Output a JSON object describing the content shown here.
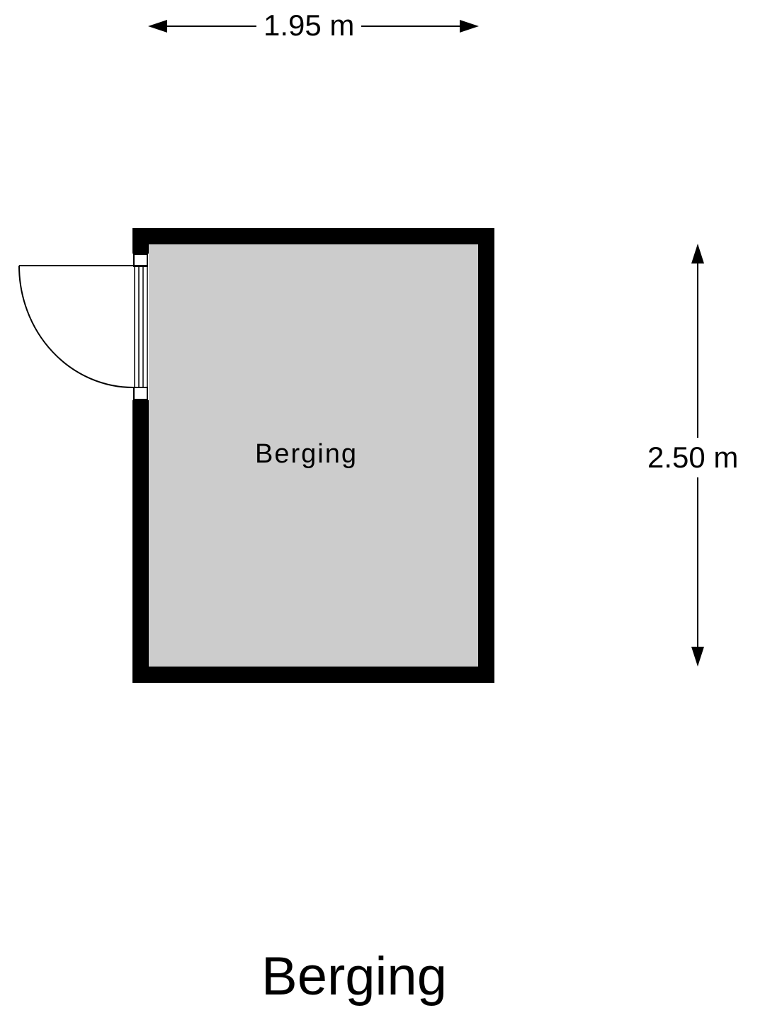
{
  "floor_title": "Berging",
  "room_label": "Berging",
  "dimensions": {
    "width": "1.95 m",
    "depth": "2.50 m"
  },
  "colors": {
    "wall": "#000000",
    "floor": "#cccccc"
  }
}
